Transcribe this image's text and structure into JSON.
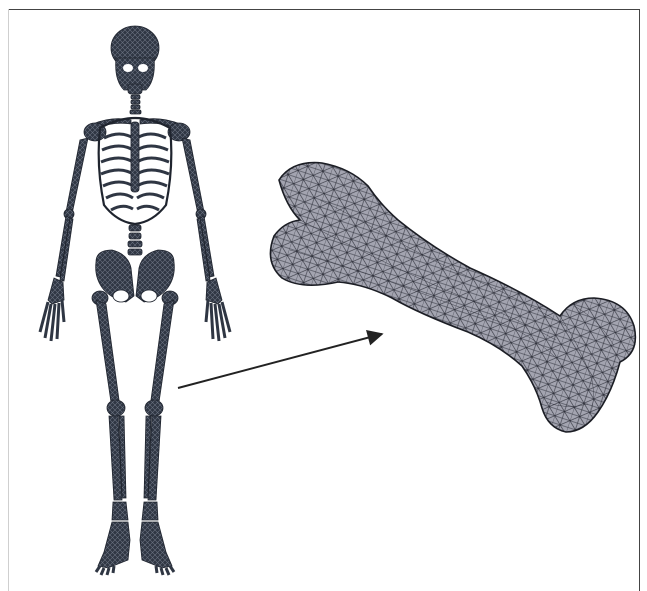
{
  "figure": {
    "colors": {
      "skeleton_fill": "#2f3643",
      "skeleton_mesh": "#6a7180",
      "bone_fill": "#a3a4b0",
      "bone_mesh": "#2a2c36",
      "arrow": "#222222",
      "frame": "#444444"
    },
    "elements": [
      "full-body-skeleton-mesh",
      "pointer-arrow",
      "femur-bone-mesh"
    ]
  }
}
